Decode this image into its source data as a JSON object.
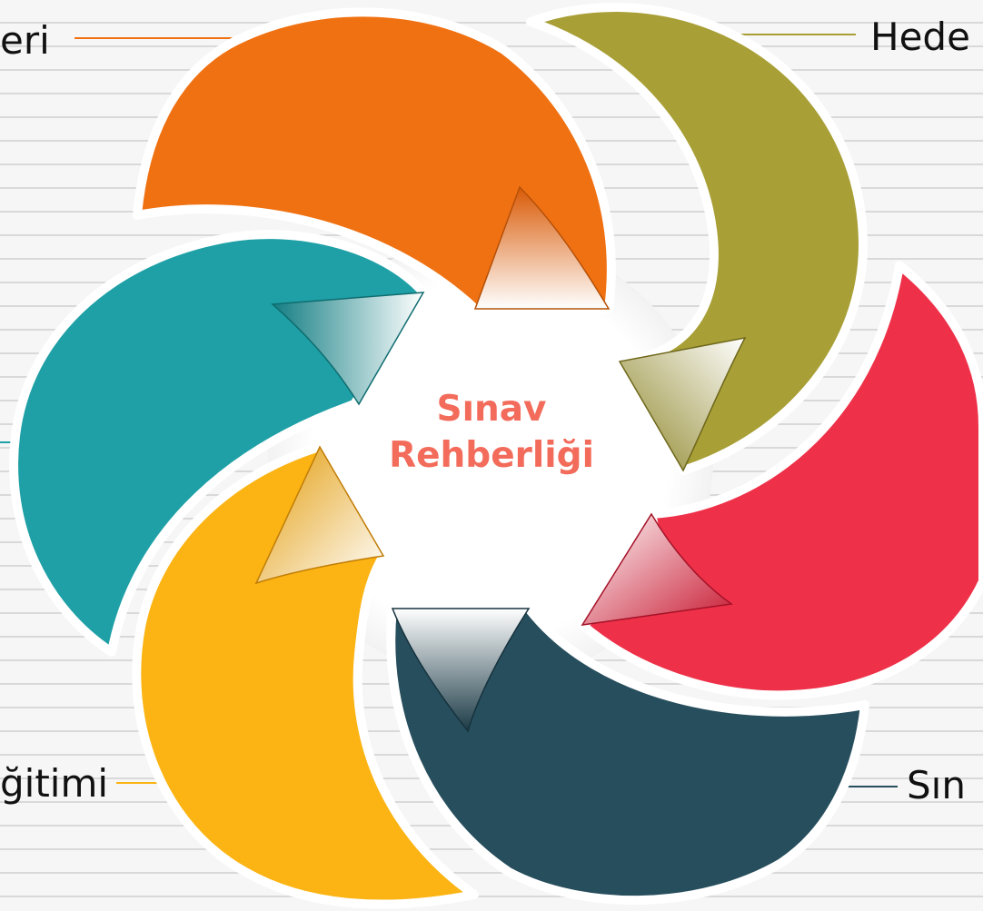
{
  "center": {
    "line1": "Sınav",
    "line2": "Rehberliği"
  },
  "labels": {
    "top_left": "eri",
    "top_right": "Hede",
    "bottom_left": "ğitimi",
    "bottom_right": "Sın"
  },
  "colors": {
    "orange": "#f07112",
    "olive": "#a89f36",
    "red": "#ee3149",
    "navy": "#274e5d",
    "yellow": "#fbb413",
    "teal": "#1ea0a6",
    "title": "#f26b5b"
  }
}
